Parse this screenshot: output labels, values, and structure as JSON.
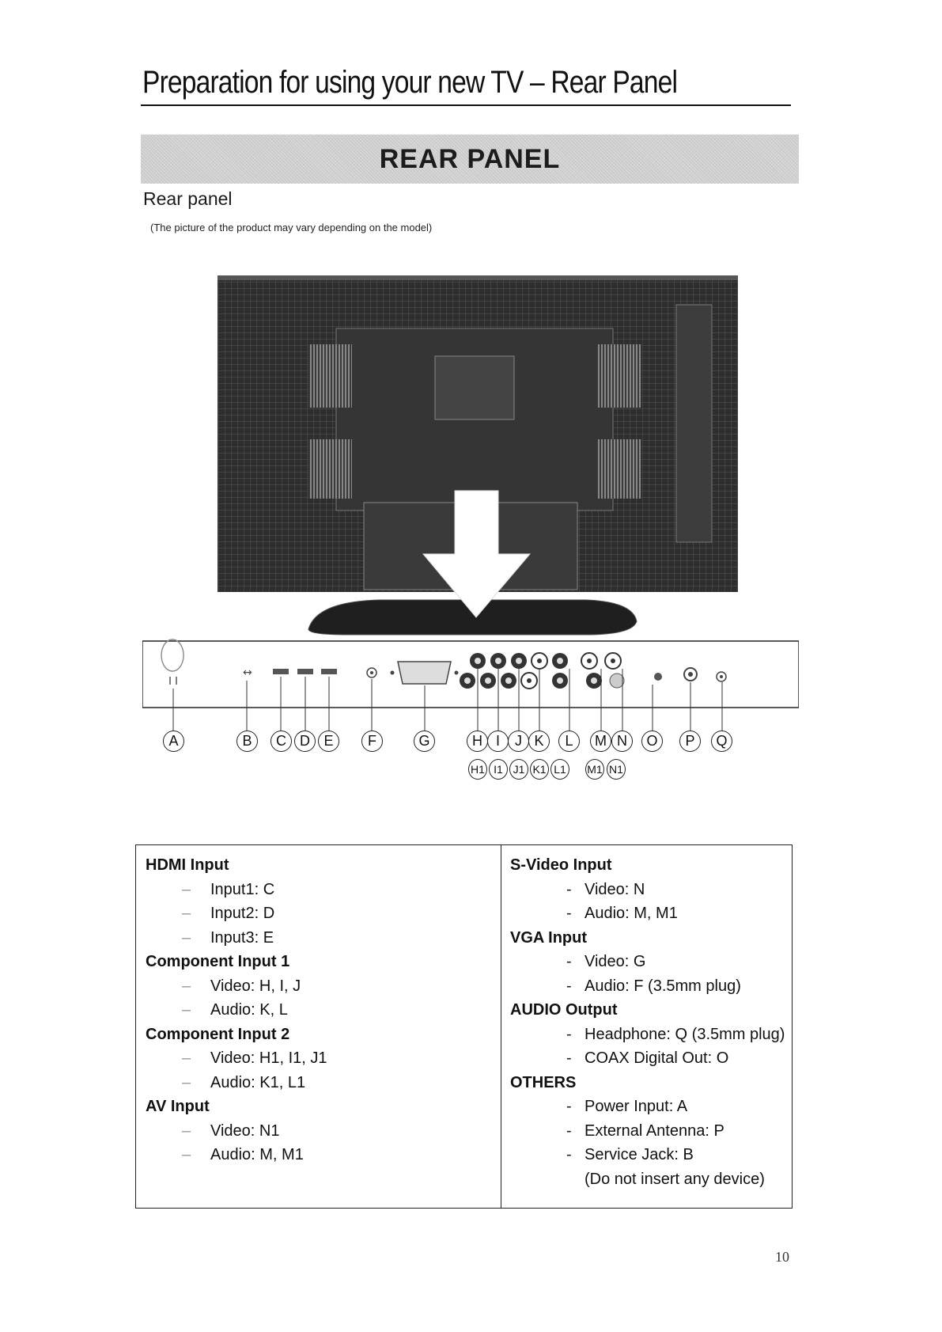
{
  "page": {
    "title": "Preparation for using your new TV – Rear Panel",
    "banner": "REAR PANEL",
    "subtitle": "Rear panel",
    "note": "(The picture of the product may vary depending on the model)",
    "page_number": "10"
  },
  "diagram": {
    "labels_top": [
      "A",
      "B",
      "C",
      "D",
      "E",
      "F",
      "G",
      "H",
      "I",
      "J",
      "K",
      "L",
      "M",
      "N",
      "O",
      "P",
      "Q"
    ],
    "labels_bottom": [
      "H1",
      "I1",
      "J1",
      "K1",
      "L1",
      "M1",
      "N1"
    ]
  },
  "specs": {
    "left": [
      {
        "heading": "HDMI Input",
        "items": [
          "Input1: C",
          "Input2: D",
          "Input3: E"
        ]
      },
      {
        "heading": "Component Input 1",
        "items": [
          "Video: H, I, J",
          "Audio: K, L"
        ]
      },
      {
        "heading": "Component Input 2",
        "items": [
          "Video: H1, I1, J1",
          "Audio: K1, L1"
        ]
      },
      {
        "heading": "AV Input",
        "items": [
          "Video: N1",
          "Audio: M, M1"
        ]
      }
    ],
    "right": [
      {
        "heading": "S-Video Input",
        "items": [
          "Video: N",
          "Audio: M, M1"
        ]
      },
      {
        "heading": "VGA Input",
        "items": [
          "Video: G",
          "Audio: F (3.5mm plug)"
        ]
      },
      {
        "heading": "AUDIO Output",
        "items": [
          "Headphone: Q (3.5mm plug)",
          "COAX Digital Out: O"
        ]
      },
      {
        "heading": "OTHERS",
        "items": [
          "Power Input: A",
          "External Antenna: P",
          "Service Jack: B"
        ],
        "note": "(Do not insert any device)"
      }
    ]
  },
  "colors": {
    "tv_body": "#2e2e2e",
    "banner_bg": "#d8d8d8"
  }
}
